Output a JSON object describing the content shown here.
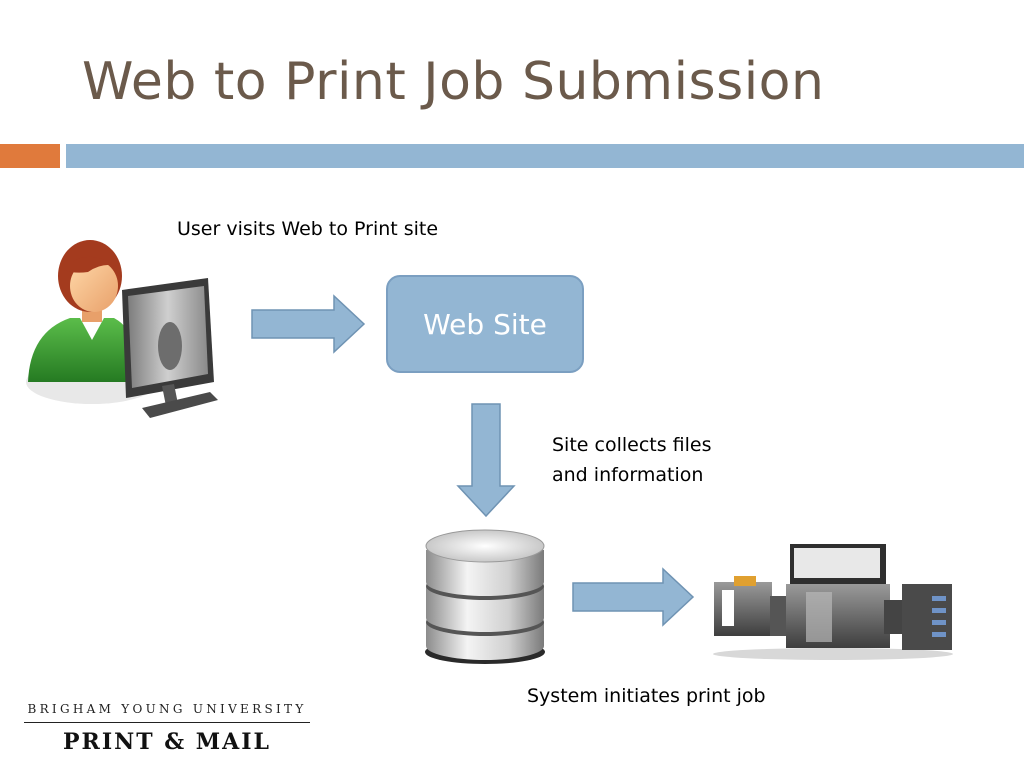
{
  "slide": {
    "title": "Web to Print Job Submission"
  },
  "diagram": {
    "labels": {
      "user_visits": "User visits Web to Print site",
      "site_collects_1": "Site collects files",
      "site_collects_2": "and information",
      "system_initiates": "System initiates print job"
    },
    "nodes": {
      "website": "Web Site"
    },
    "icons": {
      "user": "user-at-computer-icon",
      "database": "database-icon",
      "printer": "production-printer-icon"
    },
    "colors": {
      "accent_orange": "#e07a3c",
      "accent_blue": "#93b6d3",
      "title_brown": "#6b5a4b"
    }
  },
  "logo": {
    "top": "BRIGHAM YOUNG UNIVERSITY",
    "bottom": "PRINT & MAIL"
  }
}
